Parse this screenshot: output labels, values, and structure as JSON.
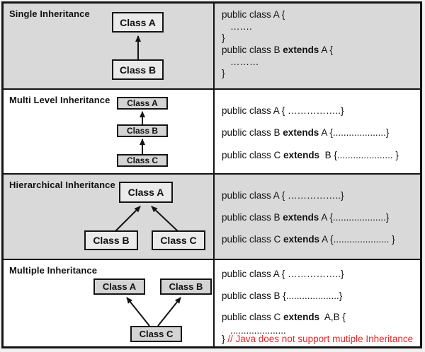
{
  "colors": {
    "row_gray": "#d9d9d9",
    "row_white": "#ffffff",
    "box_fill_on_gray": "#eaeaea",
    "box_fill_on_white": "#d4d4d4",
    "line_black": "#141414",
    "comment_red": "#d92b2b"
  },
  "rows": [
    {
      "title": "Single Inheritance",
      "diagram": {
        "boxes": [
          {
            "label": "Class A"
          },
          {
            "label": "Class B"
          }
        ],
        "relations": [
          "Class B extends Class A"
        ]
      },
      "code": {
        "lines": [
          {
            "t1": "public class A {"
          },
          {
            "t1": "……."
          },
          {
            "t1": "}"
          },
          {
            "t1": "public class B ",
            "b": "extends",
            "t2": " A {"
          },
          {
            "t1": "………"
          },
          {
            "t1": "}"
          }
        ]
      }
    },
    {
      "title": "Multi Level Inheritance",
      "diagram": {
        "boxes": [
          {
            "label": "Class A"
          },
          {
            "label": "Class B"
          },
          {
            "label": "Class C"
          }
        ],
        "relations": [
          "Class B extends Class A",
          "Class C extends Class B"
        ]
      },
      "code": {
        "lines": [
          {
            "t1": "public class A { ……………..}"
          },
          {
            "t1": "public class B ",
            "b": "extends",
            "t2": " A {....................}"
          },
          {
            "t1": "public class C ",
            "b": "extends",
            "t2": "  B {..................... }"
          }
        ]
      }
    },
    {
      "title": "Hierarchical Inheritance",
      "diagram": {
        "boxes": [
          {
            "label": "Class A"
          },
          {
            "label": "Class B"
          },
          {
            "label": "Class C"
          }
        ],
        "relations": [
          "Class B extends Class A",
          "Class C extends Class A"
        ]
      },
      "code": {
        "lines": [
          {
            "t1": "public class A { ……………..}"
          },
          {
            "t1": "public class B ",
            "b": "extends",
            "t2": " A {....................}"
          },
          {
            "t1": "public class C ",
            "b": "extends",
            "t2": " A {..................... }"
          }
        ]
      }
    },
    {
      "title": "Multiple Inheritance",
      "diagram": {
        "boxes": [
          {
            "label": "Class A"
          },
          {
            "label": "Class B"
          },
          {
            "label": "Class C"
          }
        ],
        "relations": [
          "Class C extends Class A",
          "Class C extends Class B"
        ]
      },
      "code": {
        "lines": [
          {
            "t1": "public class A { ……………..}"
          },
          {
            "t1": "public class B {....................}"
          },
          {
            "t1": "public class C ",
            "b": "extends",
            "t2": "  A,B {"
          },
          {
            "t1": "....................."
          },
          {
            "t1": "} ",
            "red": "// Java does not support mutiple Inheritance"
          }
        ]
      }
    }
  ]
}
